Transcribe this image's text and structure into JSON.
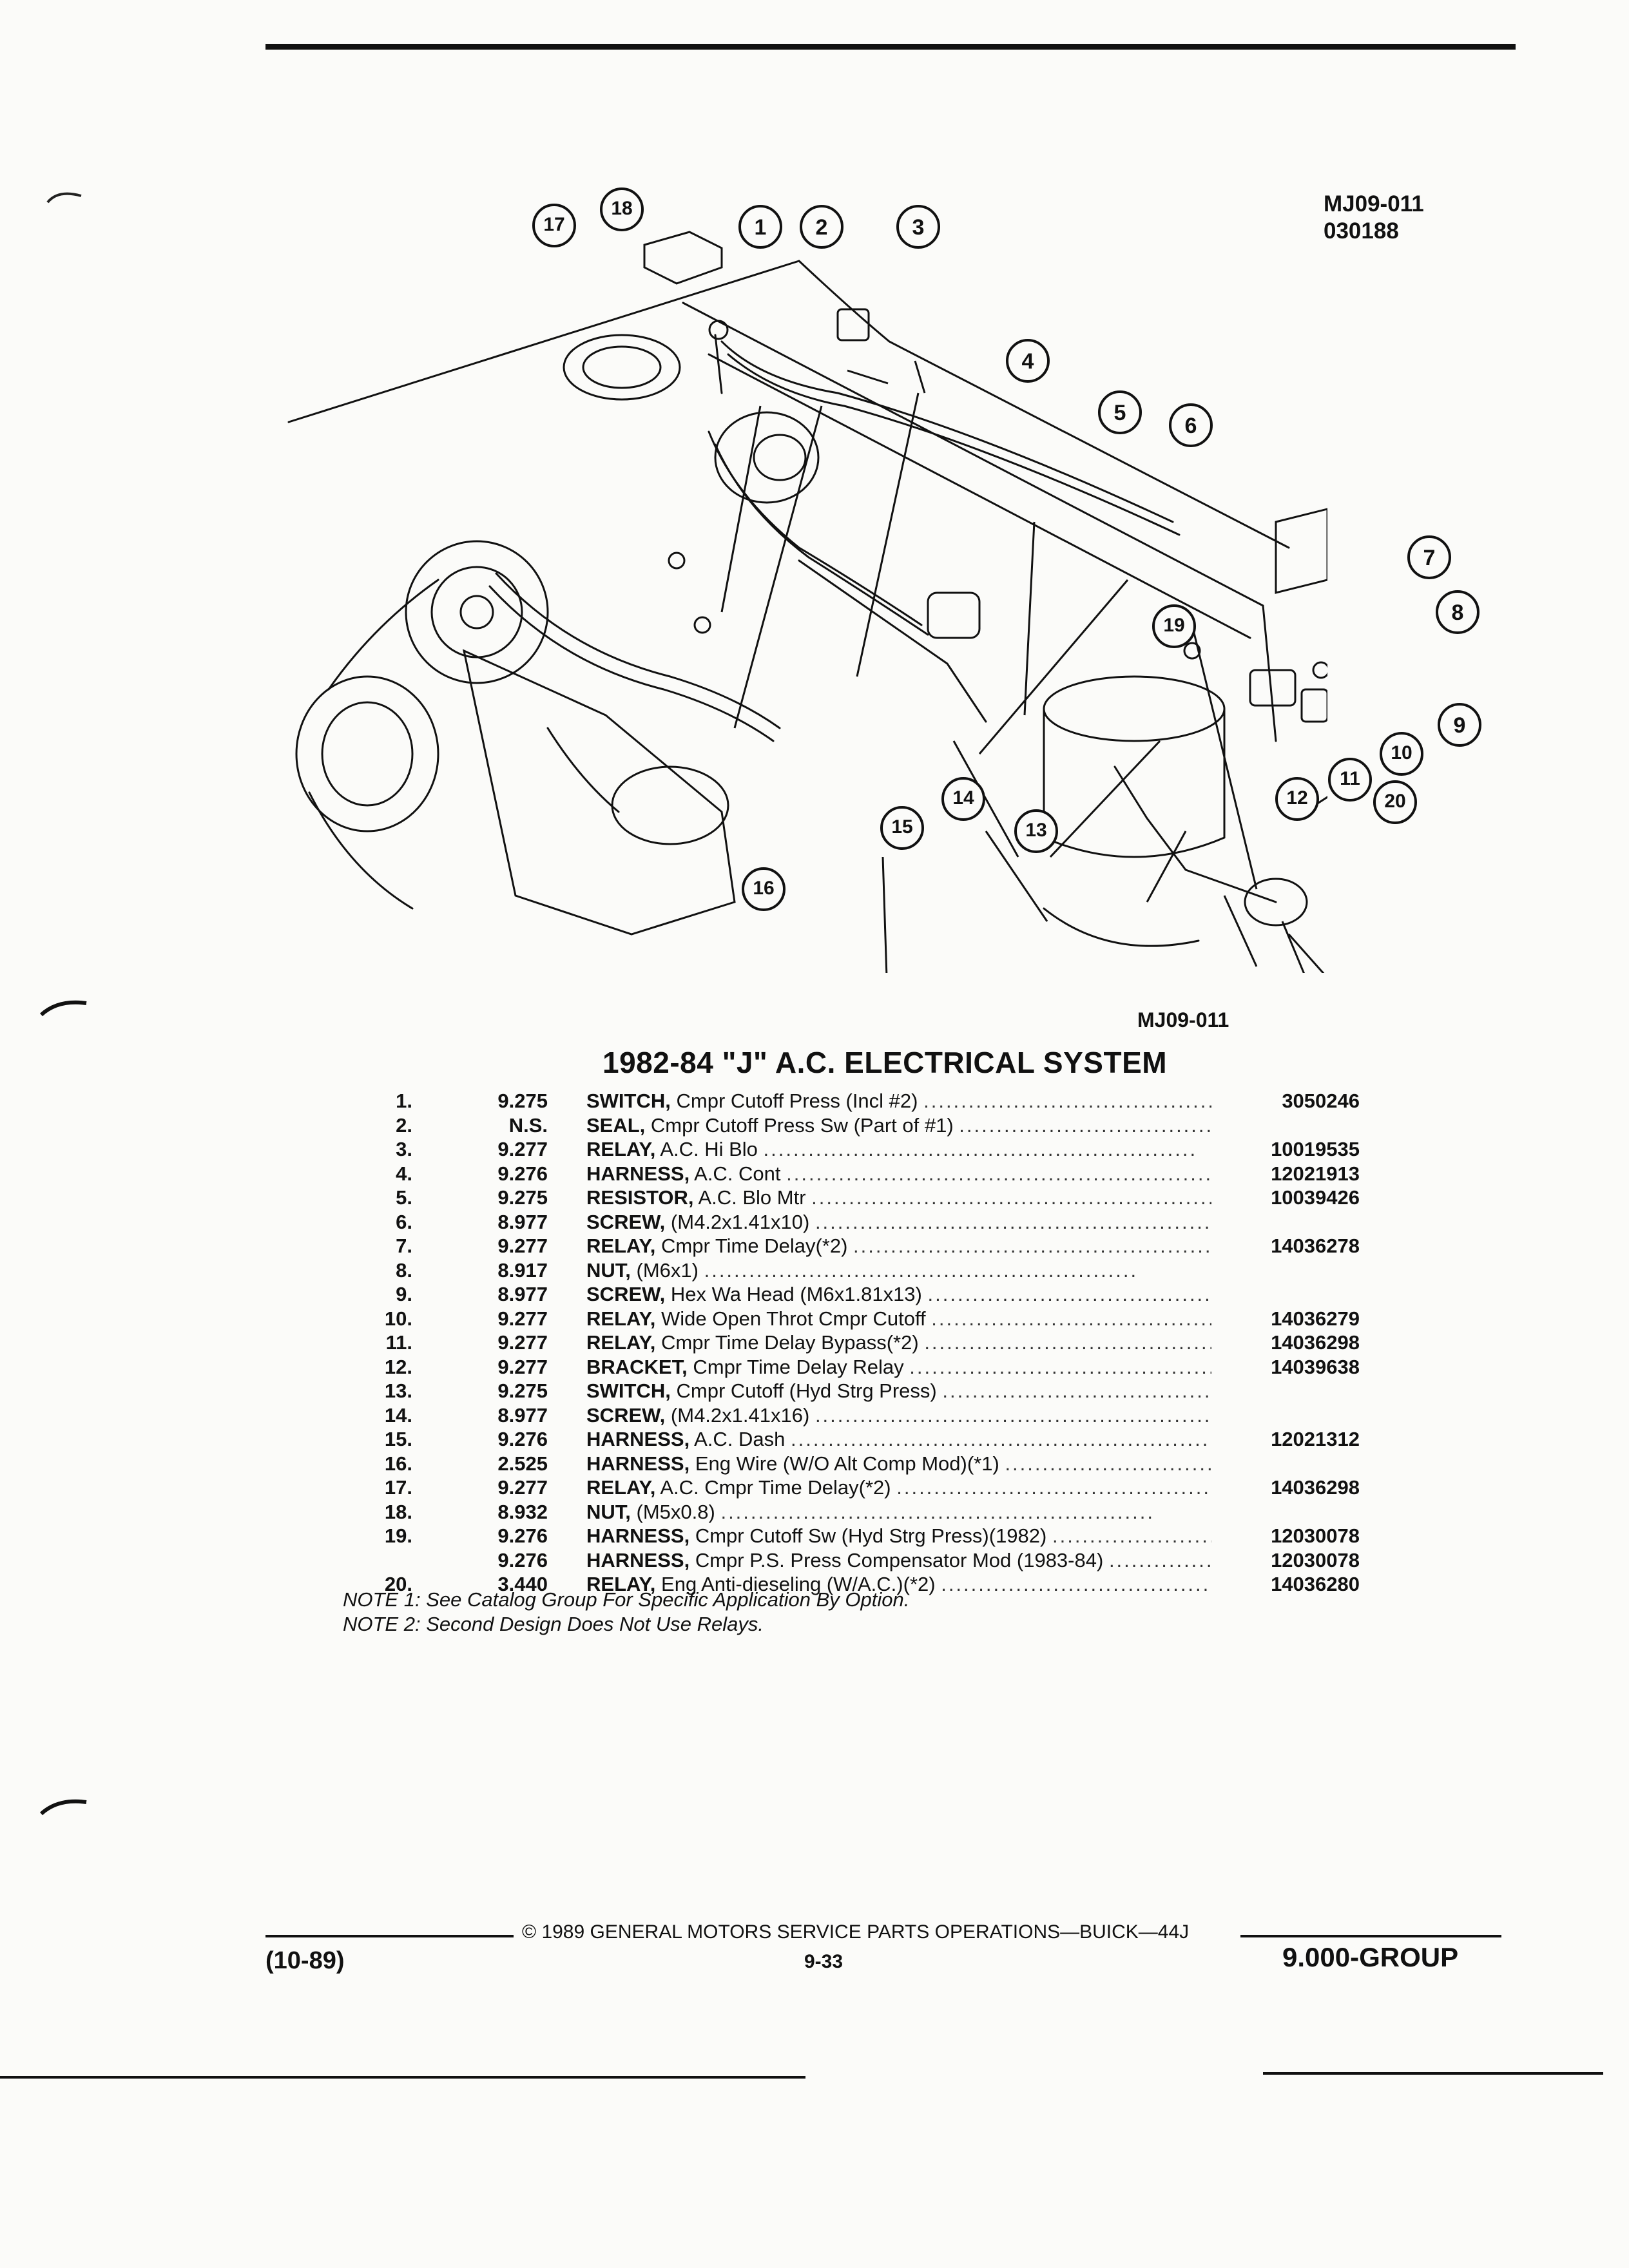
{
  "header": {
    "top_code_line1": "MJ09-011",
    "top_code_line2": "030188"
  },
  "diagram": {
    "caption_code": "MJ09-011",
    "callouts": [
      "1",
      "2",
      "3",
      "4",
      "5",
      "6",
      "7",
      "8",
      "9",
      "10",
      "11",
      "12",
      "13",
      "14",
      "15",
      "16",
      "17",
      "18",
      "19",
      "20"
    ]
  },
  "title": "1982-84 \"J\" A.C. ELECTRICAL SYSTEM",
  "parts": [
    {
      "num": "1.",
      "group": "9.275",
      "keyword": "SWITCH,",
      "desc": "Cmpr Cutoff Press (Incl #2)",
      "part": "3050246"
    },
    {
      "num": "2.",
      "group": "N.S.",
      "keyword": "SEAL,",
      "desc": "Cmpr Cutoff Press Sw (Part of #1)",
      "part": ""
    },
    {
      "num": "3.",
      "group": "9.277",
      "keyword": "RELAY,",
      "desc": "A.C. Hi Blo",
      "part": "10019535"
    },
    {
      "num": "4.",
      "group": "9.276",
      "keyword": "HARNESS,",
      "desc": "A.C. Cont",
      "part": "12021913"
    },
    {
      "num": "5.",
      "group": "9.275",
      "keyword": "RESISTOR,",
      "desc": "A.C. Blo Mtr",
      "part": "10039426"
    },
    {
      "num": "6.",
      "group": "8.977",
      "keyword": "SCREW,",
      "desc": "(M4.2x1.41x10)",
      "part": ""
    },
    {
      "num": "7.",
      "group": "9.277",
      "keyword": "RELAY,",
      "desc": "Cmpr Time Delay(*2)",
      "part": "14036278"
    },
    {
      "num": "8.",
      "group": "8.917",
      "keyword": "NUT,",
      "desc": "(M6x1)",
      "part": ""
    },
    {
      "num": "9.",
      "group": "8.977",
      "keyword": "SCREW,",
      "desc": "Hex Wa Head (M6x1.81x13)",
      "part": ""
    },
    {
      "num": "10.",
      "group": "9.277",
      "keyword": "RELAY,",
      "desc": "Wide Open Throt Cmpr Cutoff",
      "part": "14036279"
    },
    {
      "num": "11.",
      "group": "9.277",
      "keyword": "RELAY,",
      "desc": "Cmpr Time Delay Bypass(*2)",
      "part": "14036298"
    },
    {
      "num": "12.",
      "group": "9.277",
      "keyword": "BRACKET,",
      "desc": "Cmpr Time Delay Relay",
      "part": "14039638"
    },
    {
      "num": "13.",
      "group": "9.275",
      "keyword": "SWITCH,",
      "desc": "Cmpr Cutoff (Hyd Strg Press)",
      "part": ""
    },
    {
      "num": "14.",
      "group": "8.977",
      "keyword": "SCREW,",
      "desc": "(M4.2x1.41x16)",
      "part": ""
    },
    {
      "num": "15.",
      "group": "9.276",
      "keyword": "HARNESS,",
      "desc": "A.C. Dash",
      "part": "12021312"
    },
    {
      "num": "16.",
      "group": "2.525",
      "keyword": "HARNESS,",
      "desc": "Eng Wire (W/O Alt Comp Mod)(*1)",
      "part": ""
    },
    {
      "num": "17.",
      "group": "9.277",
      "keyword": "RELAY,",
      "desc": "A.C. Cmpr Time Delay(*2)",
      "part": "14036298"
    },
    {
      "num": "18.",
      "group": "8.932",
      "keyword": "NUT,",
      "desc": "(M5x0.8)",
      "part": ""
    },
    {
      "num": "19.",
      "group": "9.276",
      "keyword": "HARNESS,",
      "desc": "Cmpr Cutoff Sw (Hyd Strg Press)(1982)",
      "part": "12030078"
    },
    {
      "num": "",
      "group": "9.276",
      "keyword": "HARNESS,",
      "desc": "Cmpr P.S. Press Compensator Mod (1983-84)",
      "part": "12030078"
    },
    {
      "num": "20.",
      "group": "3.440",
      "keyword": "RELAY,",
      "desc": "Eng Anti-dieseling (W/A.C.)(*2)",
      "part": "14036280"
    }
  ],
  "notes": [
    "NOTE 1: See Catalog Group For Specific Application By Option.",
    "NOTE 2: Second Design Does Not Use Relays."
  ],
  "footer": {
    "copyright": "© 1989 GENERAL MOTORS SERVICE PARTS OPERATIONS—BUICK—44J",
    "date": "(10-89)",
    "page": "9-33",
    "group": "9.000-GROUP"
  }
}
